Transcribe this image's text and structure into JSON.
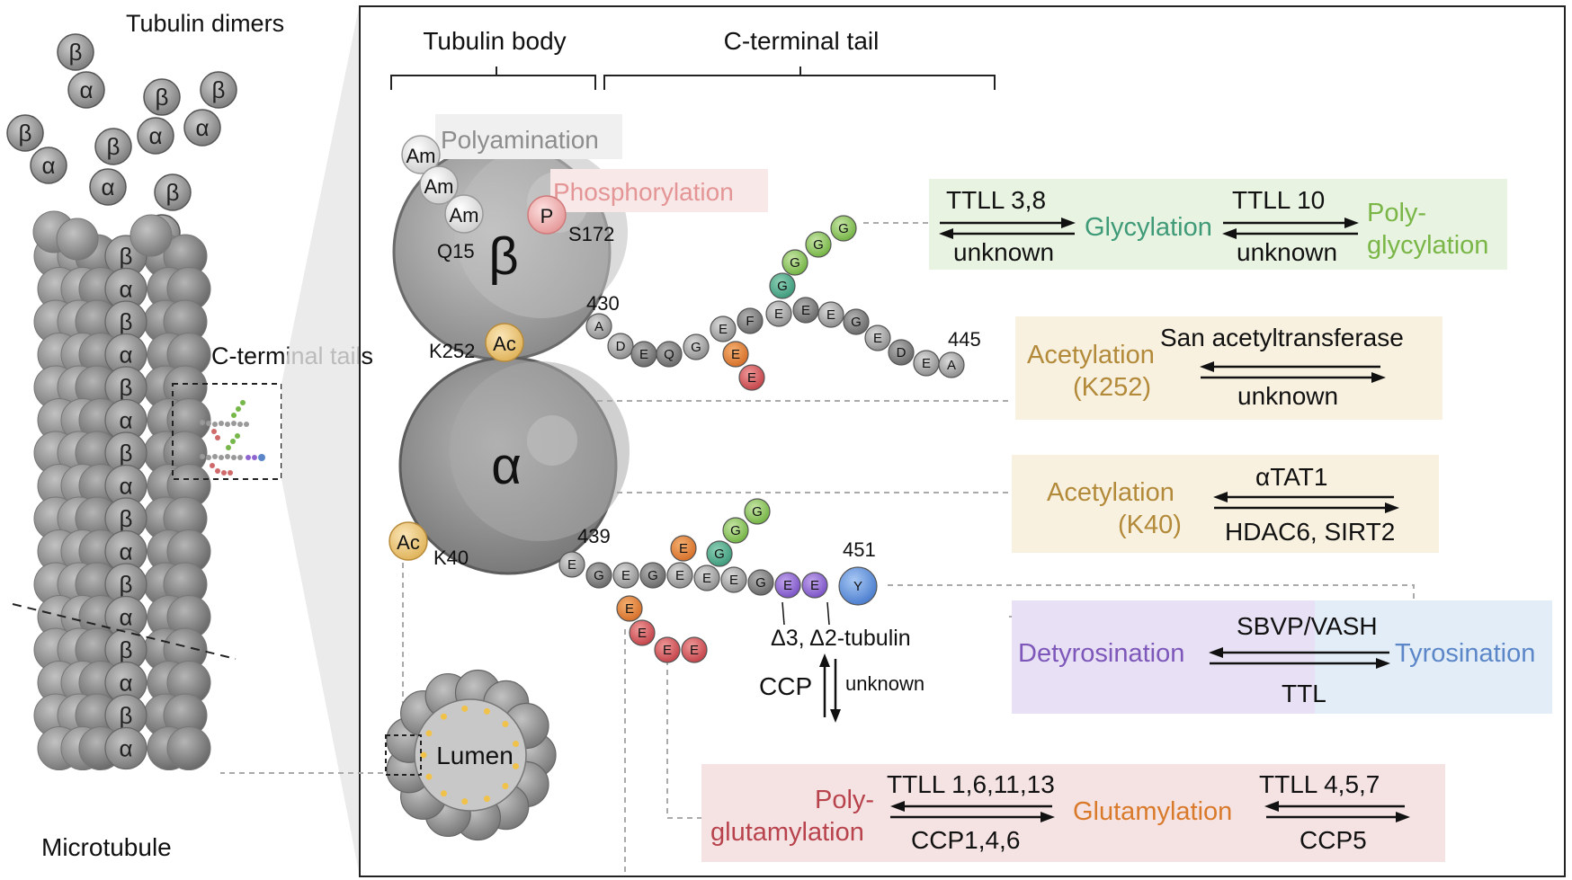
{
  "left": {
    "dimers_label": "Tubulin dimers",
    "microtubule_label": "Microtubule",
    "ct_tails_label": "C-terminal tails",
    "beta": "β",
    "alpha": "α"
  },
  "header": {
    "tubulin_body": "Tubulin body",
    "ct_tail": "C-terminal tail"
  },
  "sites": {
    "polyamination": "Polyamination",
    "phosphorylation": "Phosphorylation",
    "am": "Am",
    "p": "P",
    "ac": "Ac",
    "q15": "Q15",
    "s172": "S172",
    "k252": "K252",
    "k40": "K40"
  },
  "beta_tail": {
    "start": "430",
    "end": "445",
    "residues": [
      "A",
      "D",
      "E",
      "Q",
      "G",
      "E",
      "F",
      "E",
      "E",
      "E",
      "G",
      "E",
      "D",
      "E",
      "A"
    ],
    "gly_branch": [
      "G",
      "G",
      "G",
      "G"
    ],
    "glu_branch": [
      "E",
      "E"
    ]
  },
  "alpha_tail": {
    "start": "439",
    "end": "451",
    "residues": [
      "E",
      "G",
      "E",
      "G",
      "E",
      "E",
      "E",
      "G",
      "E",
      "E",
      "Y"
    ],
    "gly_branch": [
      "E",
      "G",
      "G",
      "G"
    ],
    "glu_branch": [
      "E",
      "E",
      "E",
      "E"
    ],
    "delta": "Δ3, Δ2-tubulin",
    "ccp": "CCP",
    "unknown": "unknown"
  },
  "lumen": "Lumen",
  "boxes": {
    "glycylation": {
      "enz1_fwd": "TTLL 3,8",
      "enz1_rev": "unknown",
      "mid": "Glycylation",
      "enz2_fwd": "TTLL 10",
      "enz2_rev": "unknown",
      "end_line1": "Poly-",
      "end_line2": "glycylation"
    },
    "acetylation_k252": {
      "label_line1": "Acetylation",
      "label_line2": "(K252)",
      "fwd": "San acetyltransferase",
      "rev": "unknown"
    },
    "acetylation_k40": {
      "label_line1": "Acetylation",
      "label_line2": "(K40)",
      "fwd": "αTAT1",
      "rev": "HDAC6, SIRT2"
    },
    "tyrosination": {
      "left": "Detyrosination",
      "right": "Tyrosination",
      "fwd": "SBVP/VASH",
      "rev": "TTL"
    },
    "glutamylation": {
      "end_line1": "Poly-",
      "end_line2": "glutamylation",
      "enz1_fwd": "TTLL 1,6,11,13",
      "enz1_rev": "CCP1,4,6",
      "mid": "Glutamylation",
      "enz2_fwd": "TTLL 4,5,7",
      "enz2_rev": "CCP5"
    }
  },
  "colors": {
    "glycyl_box": "#e8f3e2",
    "glycyl_text": "#3f9a78",
    "polyglycyl_text": "#7ab647",
    "acet_box": "#f8f1e0",
    "acet_text": "#b38a3a",
    "detyr_box": "#e8e0f4",
    "detyr_text": "#7d57b9",
    "tyr_box": "#e3edf8",
    "tyr_text": "#5b87c8",
    "glut_box": "#f5e3e4",
    "polyglut_text": "#b8434c",
    "glut_text": "#d97a2b"
  }
}
